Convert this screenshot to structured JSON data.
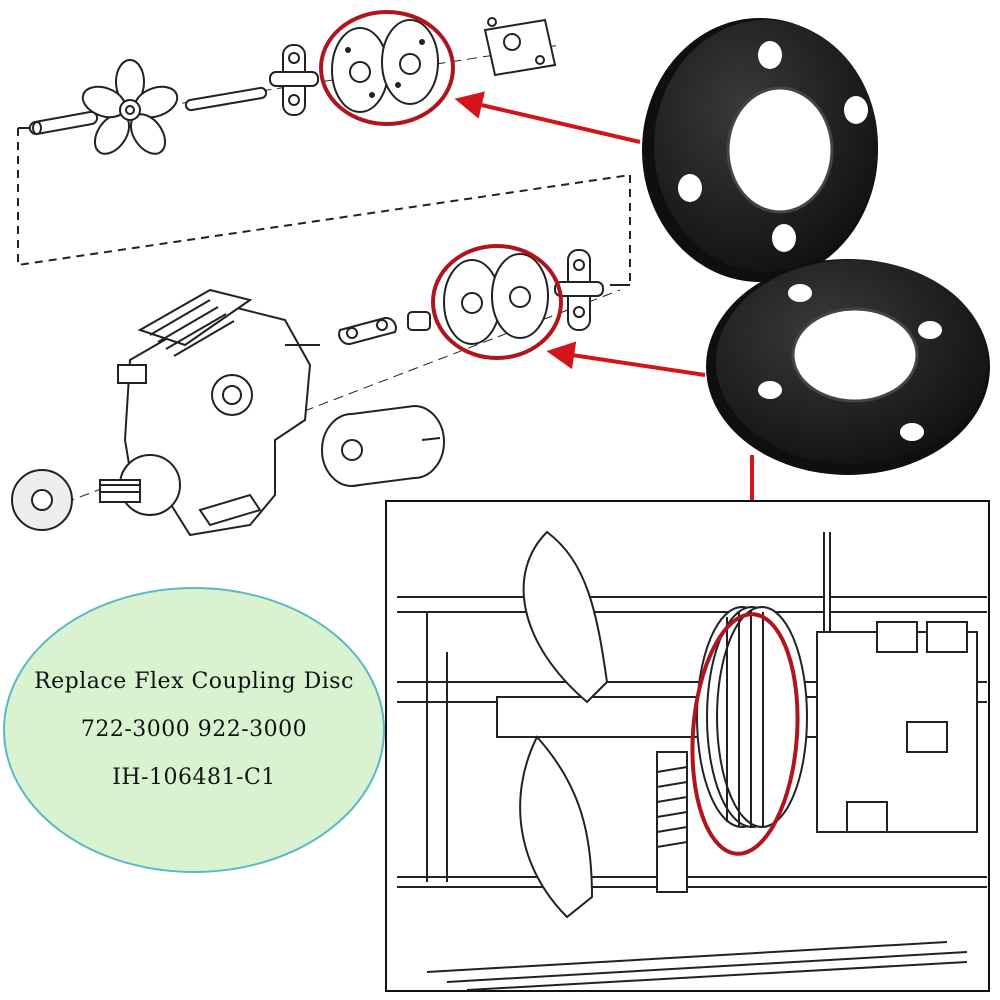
{
  "label": {
    "line1": "Replace Flex Coupling Disc",
    "line2": "722-3000 922-3000",
    "line3": "IH-106481-C1"
  },
  "colors": {
    "highlight_red": "#b0151c",
    "arrow_red": "#d3141a",
    "ellipse_fill": "#d9f2cf",
    "ellipse_stroke": "#5ab9c9",
    "disc_black": "#1a1a1a",
    "line_art": "#222222"
  },
  "icons": [
    "flex-disc",
    "fan",
    "steering-gearbox",
    "filter",
    "washer"
  ]
}
